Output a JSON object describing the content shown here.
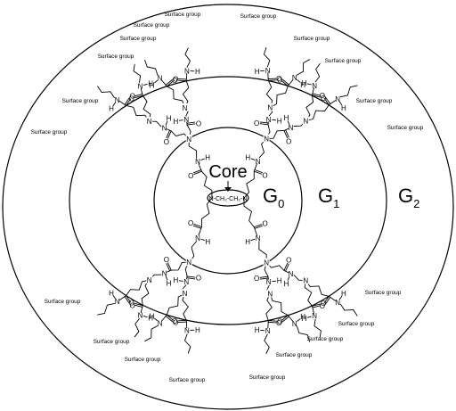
{
  "labels": {
    "core": "Core",
    "core_formula": "N-CH₂-CH₂-N",
    "generations": [
      {
        "letter": "G",
        "sub": "0"
      },
      {
        "letter": "G",
        "sub": "1"
      },
      {
        "letter": "G",
        "sub": "2"
      }
    ],
    "atoms": {
      "nitrogen": "N",
      "hydrogen": "H",
      "oxygen": "O"
    },
    "surface_group": "Surface group"
  }
}
